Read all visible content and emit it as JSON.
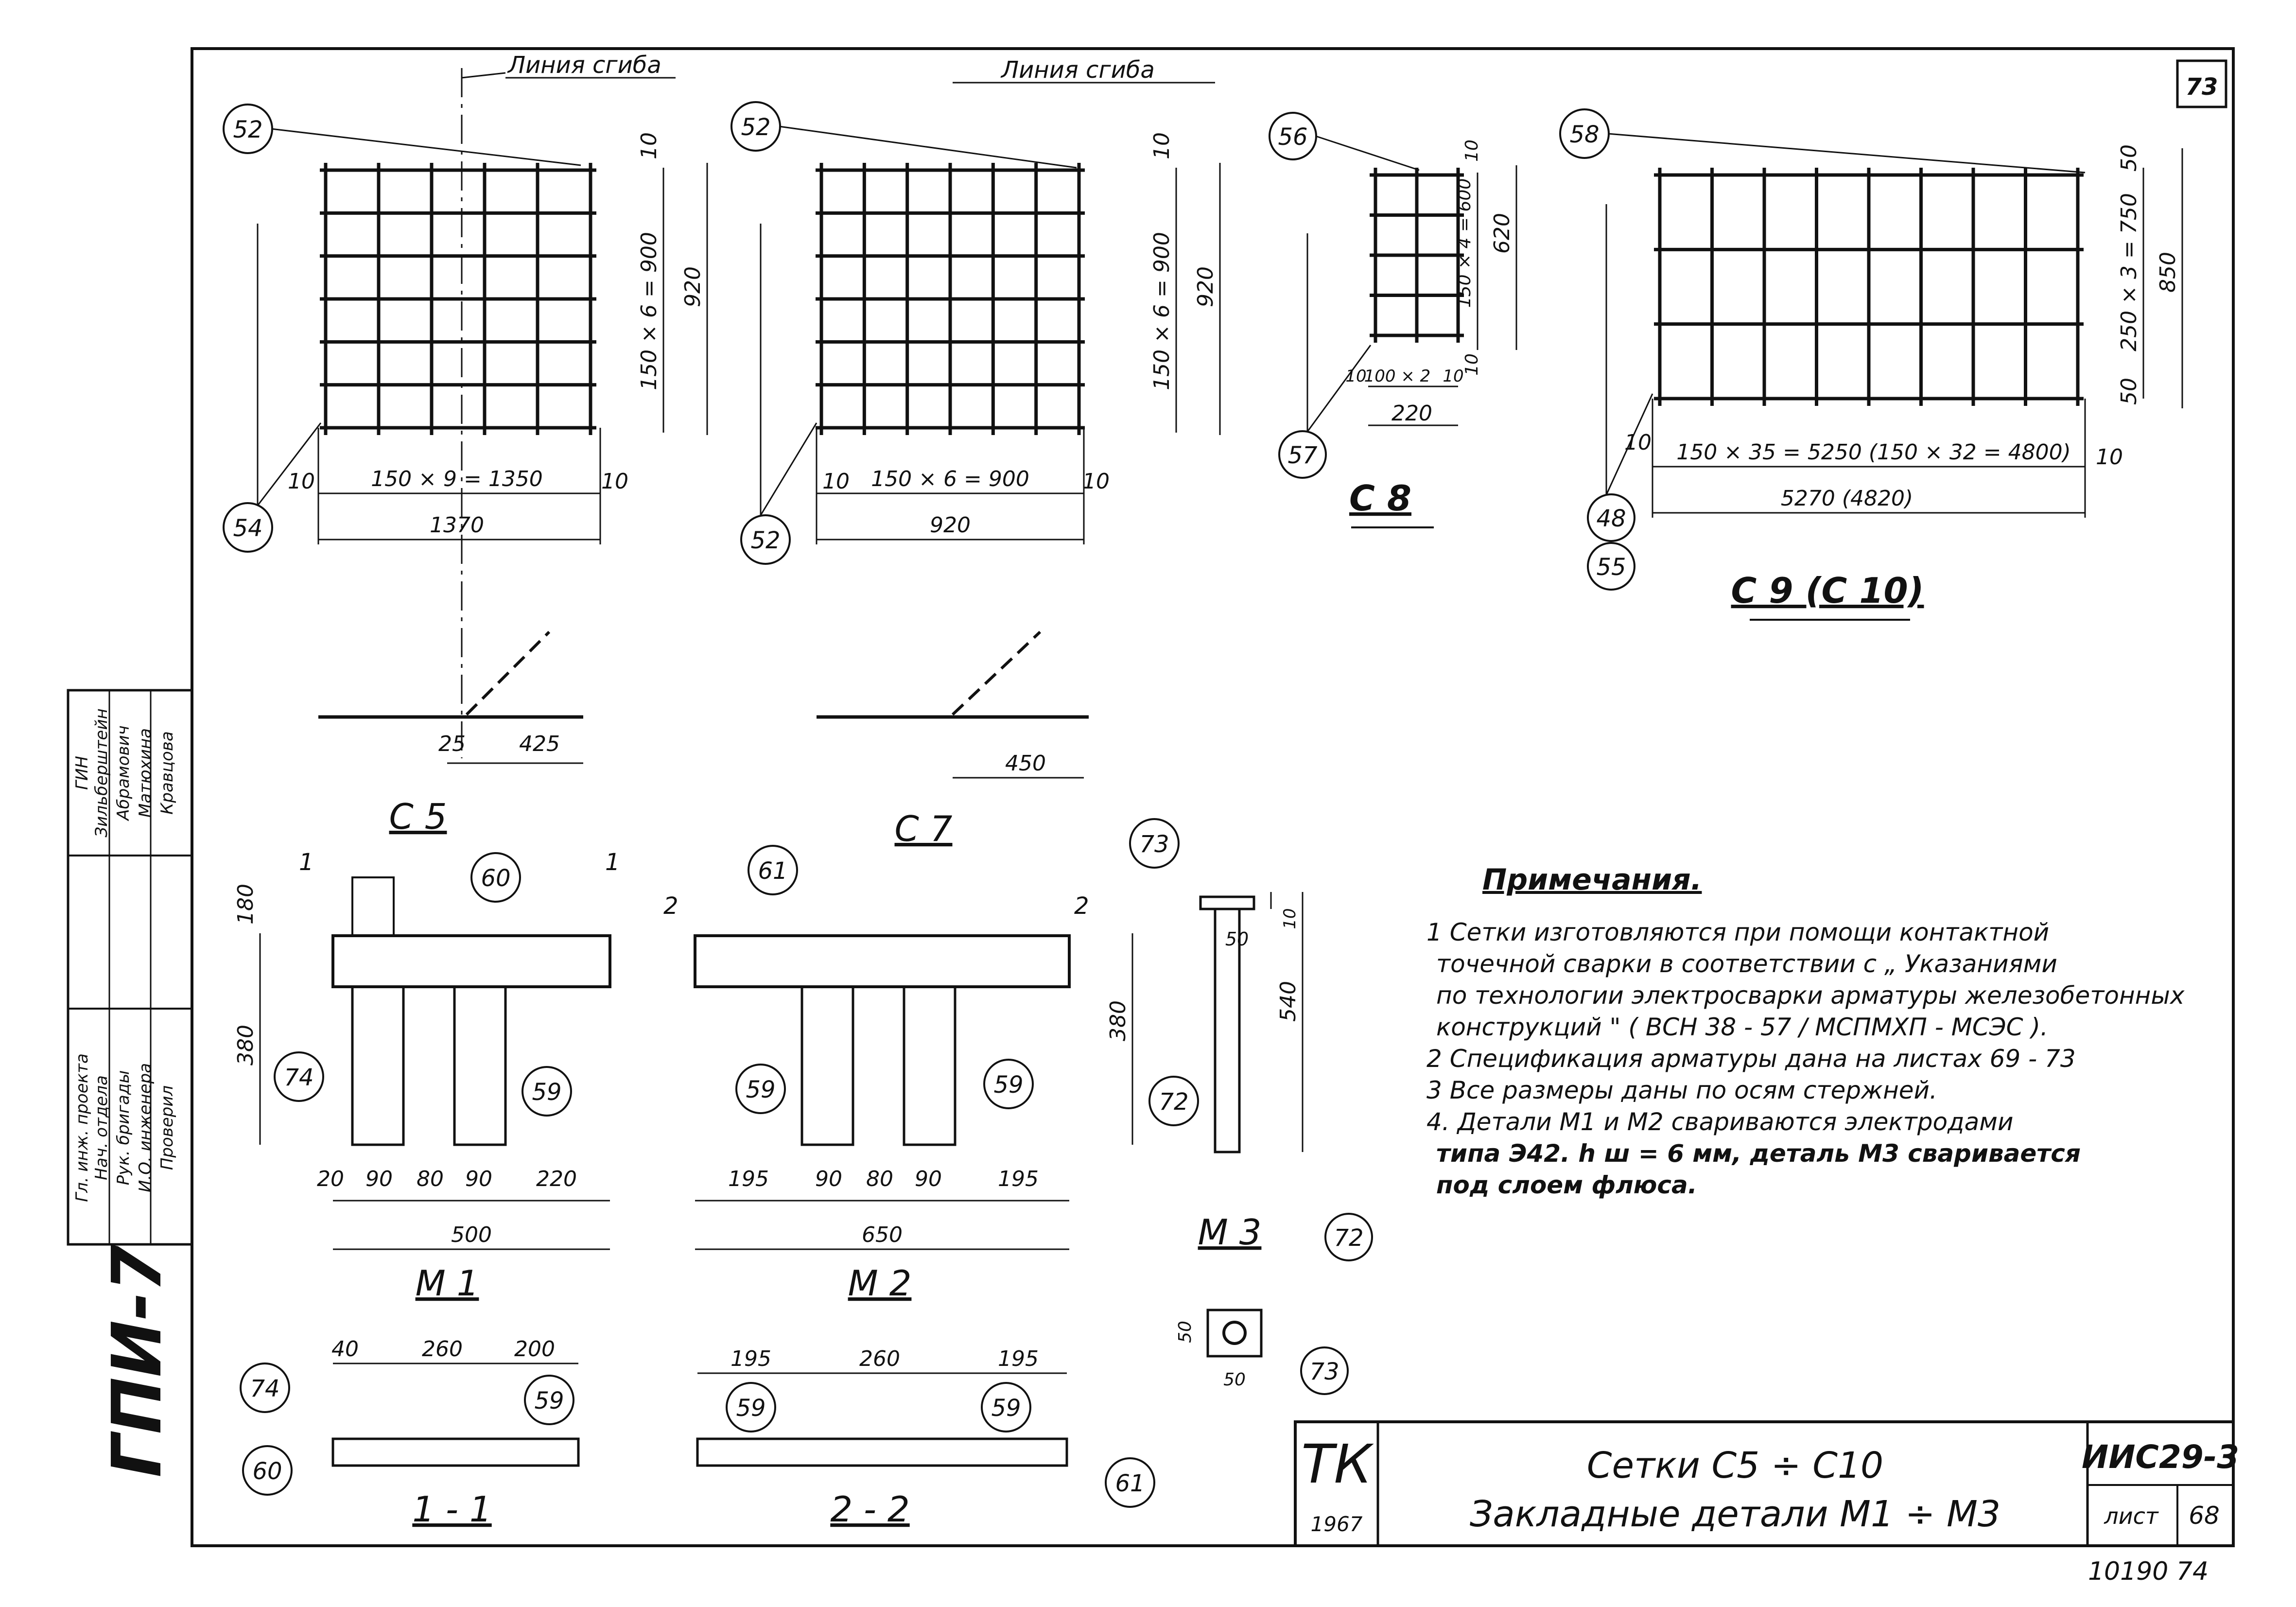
{
  "sheet": {
    "page_mark": "73",
    "stamp_left": "ГПИ-7",
    "bottom_right_numbers": "10190   74"
  },
  "bend_labels": [
    "Линия сгиба",
    "Линия сгиба"
  ],
  "views": {
    "c5": {
      "title": "С 5",
      "dims": [
        "150 × 9 = 1350",
        "1370",
        "10",
        "10",
        "150 × 6 = 900",
        "920",
        "10",
        "25",
        "425"
      ],
      "marks": [
        "52",
        "54"
      ]
    },
    "c7": {
      "title": "С 7",
      "dims": [
        "150 × 6 = 900",
        "920",
        "10",
        "10",
        "150 × 6 = 900",
        "920",
        "10",
        "450"
      ],
      "marks": [
        "52",
        "52"
      ]
    },
    "c8": {
      "title": "С 8",
      "dims": [
        "150 × 4 = 600",
        "620",
        "10",
        "10",
        "100 × 2",
        "10",
        "10",
        "220"
      ],
      "marks": [
        "56",
        "57"
      ]
    },
    "c9": {
      "title": "С 9 (С 10)",
      "dims": [
        "150 × 35 = 5250 (150 × 32 = 4800)",
        "5270 (4820)",
        "10",
        "10",
        "250 × 3 = 750",
        "850",
        "50",
        "50"
      ],
      "marks": [
        "58",
        "48",
        "55"
      ]
    },
    "m1": {
      "title": "М 1",
      "dims": [
        "180",
        "380",
        "20",
        "90",
        "80",
        "90",
        "220",
        "500"
      ],
      "marks": [
        "60",
        "74",
        "59"
      ],
      "section": "1"
    },
    "m2": {
      "title": "М 2",
      "dims": [
        "380",
        "195",
        "90",
        "80",
        "90",
        "195",
        "650"
      ],
      "marks": [
        "61",
        "59",
        "59"
      ],
      "section": "2"
    },
    "m3": {
      "title": "М 3",
      "dims": [
        "10",
        "50",
        "540",
        "50",
        "50"
      ],
      "marks": [
        "73",
        "72",
        "72",
        "73"
      ]
    },
    "s11": {
      "title": "1 - 1",
      "dims": [
        "40",
        "260",
        "200"
      ],
      "marks": [
        "74",
        "59",
        "60"
      ]
    },
    "s22": {
      "title": "2 - 2",
      "dims": [
        "195",
        "260",
        "195"
      ],
      "marks": [
        "59",
        "59",
        "61"
      ]
    }
  },
  "notes": {
    "heading": "Примечания.",
    "lines": [
      "1 Сетки изготовляются при помощи контактной",
      "точечной сварки в соответствии с „ Указаниями",
      "по технологии электросварки арматуры железобетонных",
      "конструкций \" ( ВСН 38 - 57 / МСПМХП - МСЭС ).",
      "2 Спецификация арматуры дана на листах 69 - 73",
      "3 Все размеры даны по осям стержней.",
      "4. Детали М1 и М2 свариваются электродами",
      "типа Э42. h ш = 6 мм, деталь М3 сваривается",
      "под слоем флюса."
    ]
  },
  "side_table": {
    "rows": [
      {
        "role": "ГИН",
        "name": "Зильберштейн",
        "sign": ""
      },
      {
        "role": "Гл. инж. проекта",
        "name": "Абрамович",
        "sign": ""
      },
      {
        "role": "Нач. отдела",
        "name": "Матюхина",
        "sign": ""
      },
      {
        "role": "Рук. бригады",
        "name": "Кравцова",
        "sign": ""
      },
      {
        "role": "И.О. инженера",
        "name": "",
        "sign": ""
      },
      {
        "role": "Проверил",
        "name": "",
        "sign": ""
      }
    ]
  },
  "title_block": {
    "logo": "ТК",
    "year": "1967",
    "title_line1": "Сетки С5 ÷ С10",
    "title_line2": "Закладные детали М1 ÷ М3",
    "doc_code": "ИИС29-3",
    "sheet_label": "лист",
    "sheet_number": "68"
  }
}
